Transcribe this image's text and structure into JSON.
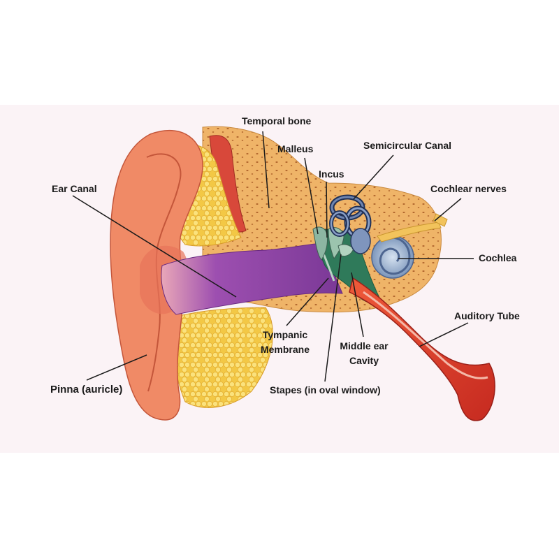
{
  "labels": {
    "temporal_bone": "Temporal bone",
    "malleus": "Malleus",
    "semicircular_canal": "Semicircular Canal",
    "incus": "Incus",
    "ear_canal": "Ear Canal",
    "cochlear_nerves": "Cochlear nerves",
    "cochlea": "Cochlea",
    "auditory_tube": "Auditory Tube",
    "tympanic_membrane_1": "Tympanic",
    "tympanic_membrane_2": "Membrane",
    "middle_ear_cavity_1": "Middle ear",
    "middle_ear_cavity_2": "Cavity",
    "pinna": "Pinna (auricle)",
    "stapes": "Stapes (in oval window)"
  },
  "colors": {
    "panel_background": "#fbf3f6",
    "skin": "#f08a66",
    "ear_canal": "#8a3fa0",
    "bone": "#efb468",
    "fat": "#f7d862",
    "cochlea": "#8aa5c8",
    "middle_ear": "#2f7a5a",
    "auditory_tube": "#d83a2a"
  }
}
